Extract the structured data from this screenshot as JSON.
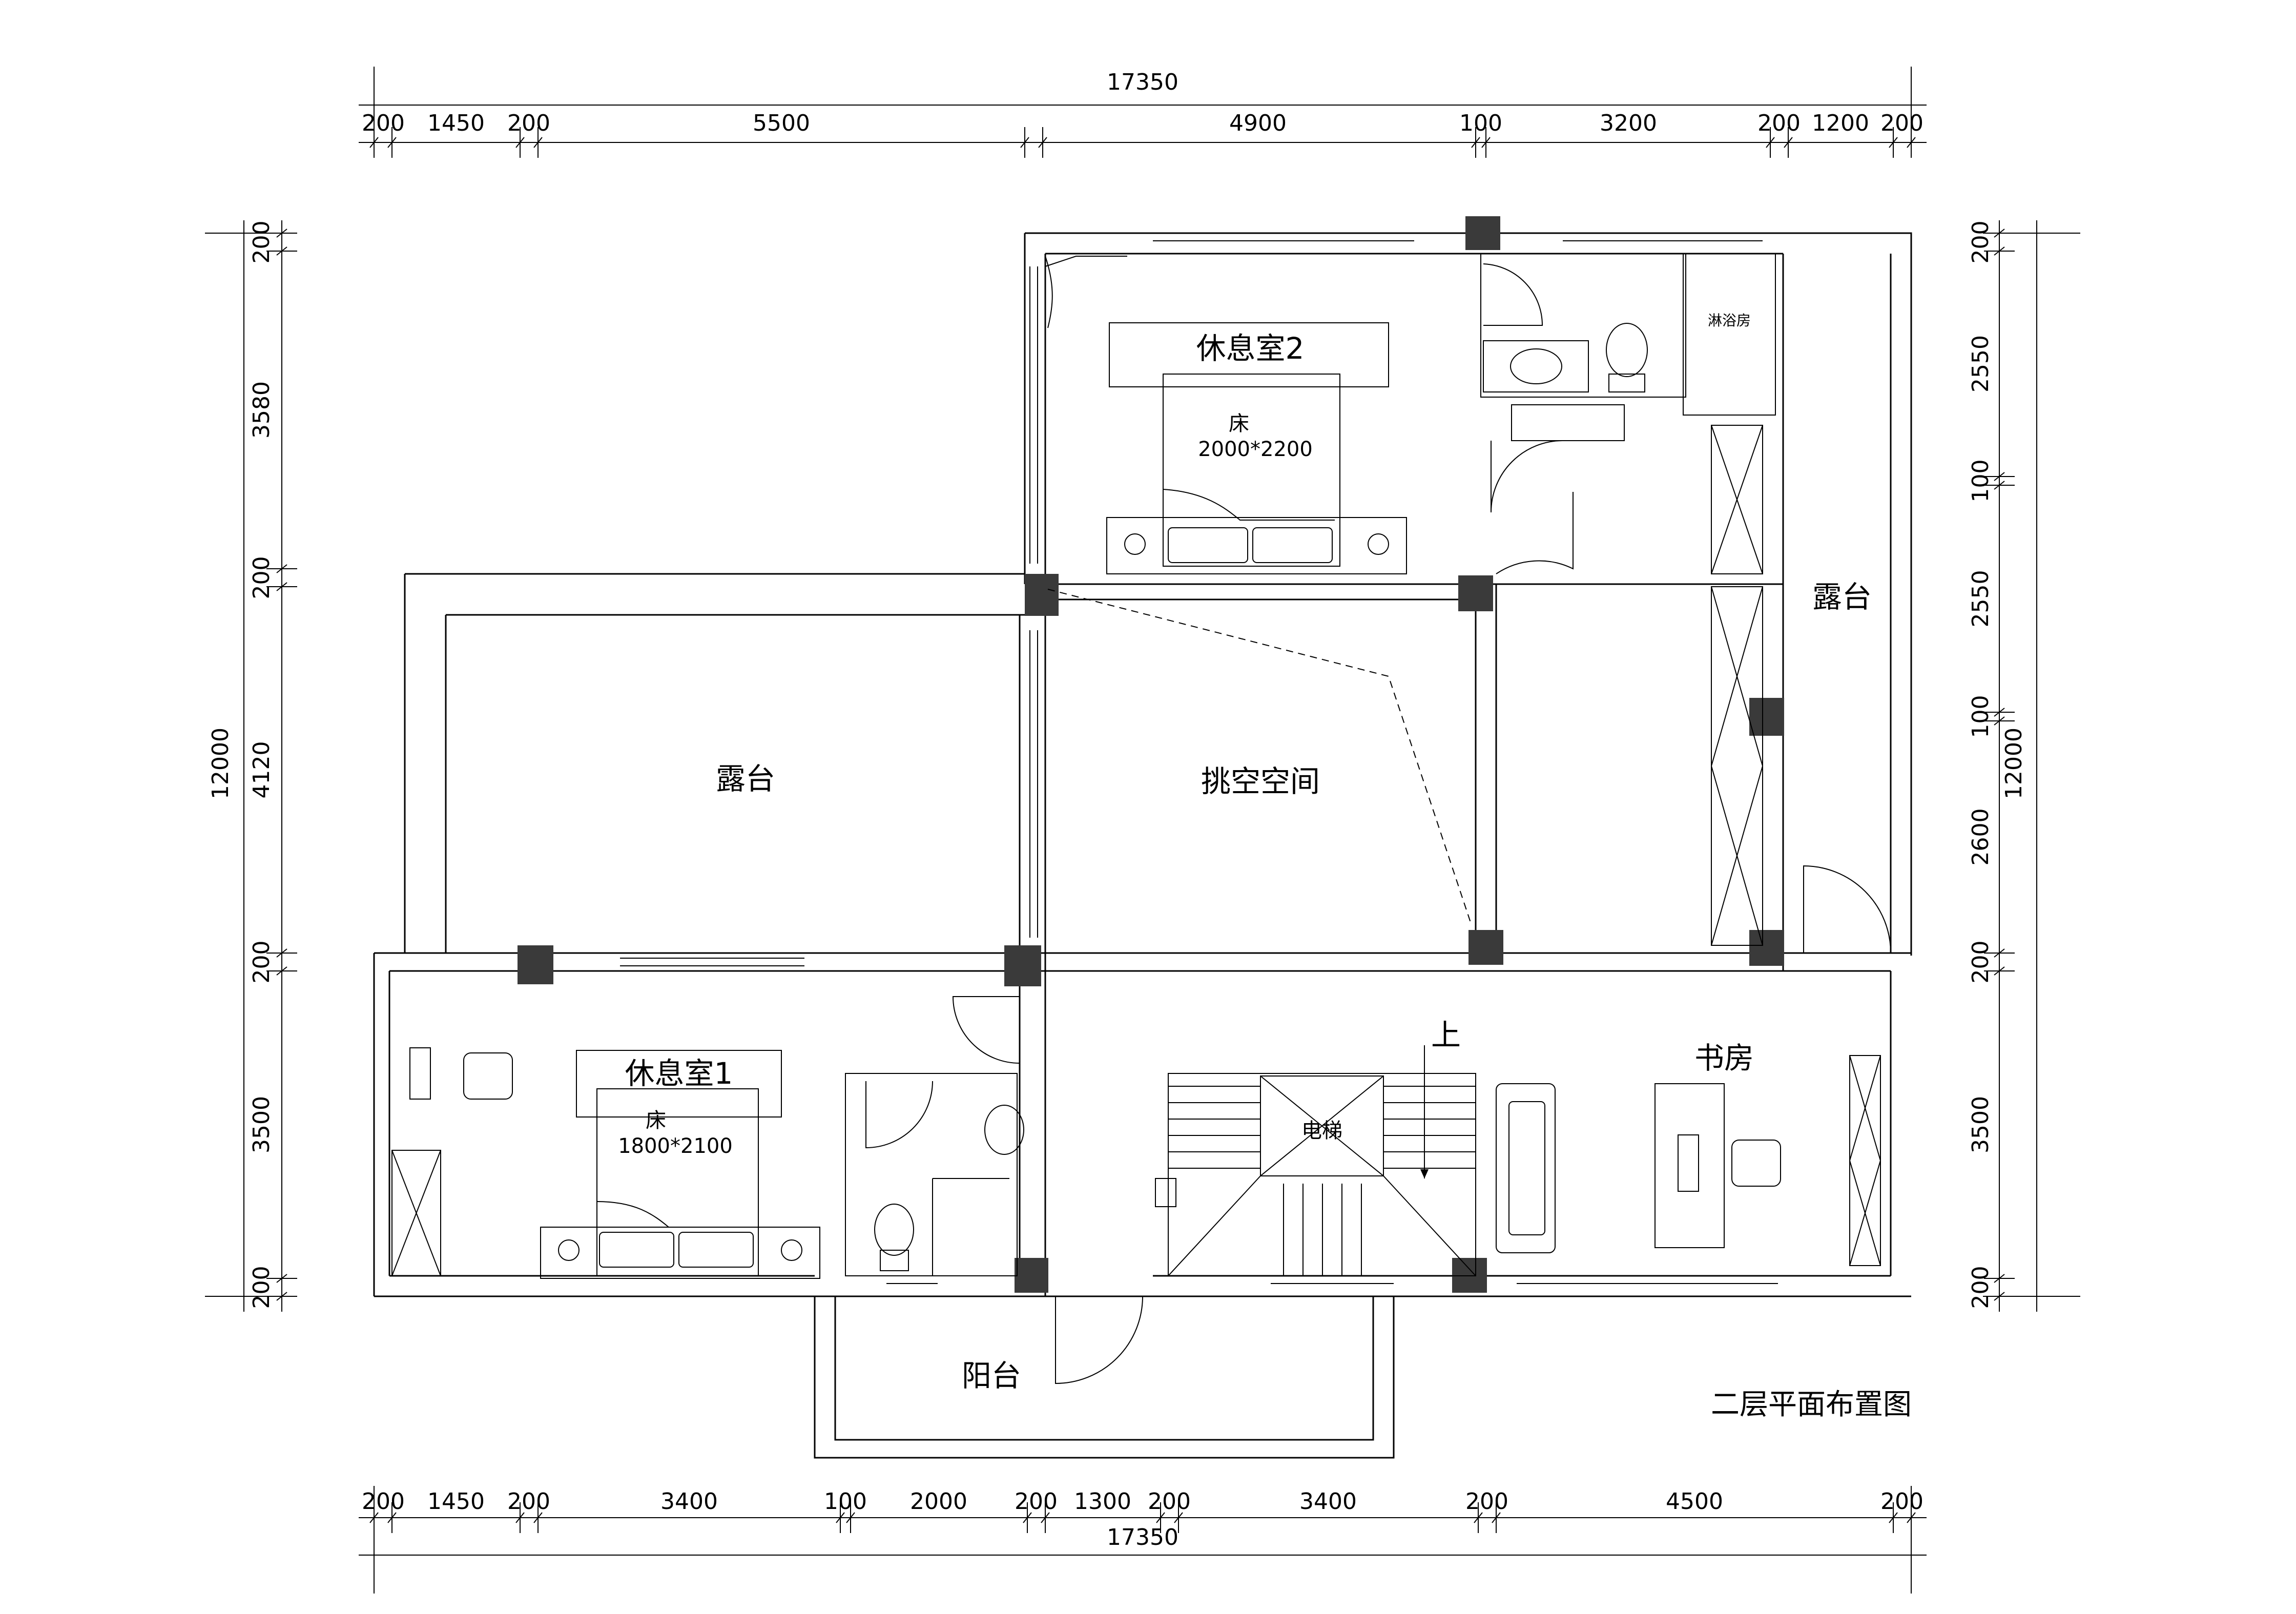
{
  "drawing_title": "二层平面布置图",
  "dimensions": {
    "top_total": "17350",
    "top_segments": [
      "200",
      "1450",
      "200",
      "5500",
      "4900",
      "100",
      "3200",
      "200",
      "1200",
      "200"
    ],
    "bottom_total": "17350",
    "bottom_segments": [
      "200",
      "1450",
      "200",
      "3400",
      "100",
      "2000",
      "200",
      "1300",
      "200",
      "3400",
      "200",
      "4500",
      "200"
    ],
    "left_total": "12000",
    "left_segments": [
      "200",
      "3580",
      "200",
      "4120",
      "200",
      "3500",
      "200"
    ],
    "right_total": "12000",
    "right_segments": [
      "200",
      "2550",
      "100",
      "2550",
      "100",
      "2600",
      "200",
      "3500",
      "200"
    ]
  },
  "rooms": {
    "rest_room_2": "休息室2",
    "rest_room_1": "休息室1",
    "terrace_left": "露台",
    "terrace_right": "露台",
    "void_space": "挑空空间",
    "study": "书房",
    "balcony": "阳台",
    "elevator": "电梯",
    "shower_room": "淋浴房",
    "stair_up": "上"
  },
  "furniture": {
    "bed_label_2": "床",
    "bed_size_2": "2000*2200",
    "bed_label_1": "床",
    "bed_size_1": "1800*2100"
  }
}
